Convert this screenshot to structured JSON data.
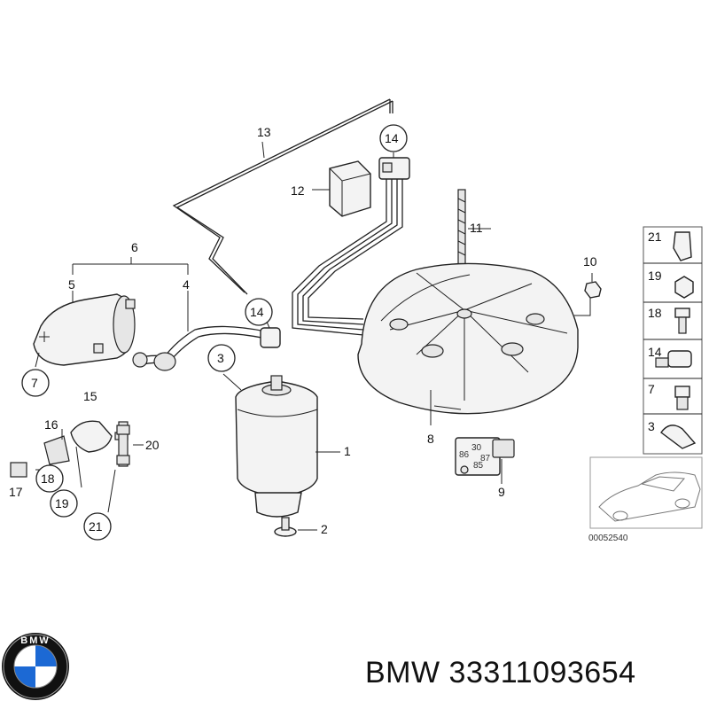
{
  "callouts": {
    "c1": "1",
    "c2": "2",
    "c3": "3",
    "c4": "4",
    "c5": "5",
    "c6": "6",
    "c7": "7",
    "c8": "8",
    "c9": "9",
    "c10": "10",
    "c11": "11",
    "c12": "12",
    "c13": "13",
    "c14a": "14",
    "c14b": "14",
    "c15": "15",
    "c16": "16",
    "c17": "17",
    "c18": "18",
    "c19": "19",
    "c20": "20",
    "c21": "21"
  },
  "side_panel": {
    "items": [
      "21",
      "19",
      "18",
      "14",
      "7",
      "3"
    ]
  },
  "relay_pins": {
    "p30": "30",
    "p86": "86",
    "p87": "87",
    "p85": "85"
  },
  "drawing_number": "00052540",
  "brand": {
    "logo_text": "BMW",
    "part_line": "BMW 33311093654"
  },
  "colors": {
    "logo_blue": "#1c69d4",
    "logo_ring": "#111111",
    "ink": "#222222"
  }
}
